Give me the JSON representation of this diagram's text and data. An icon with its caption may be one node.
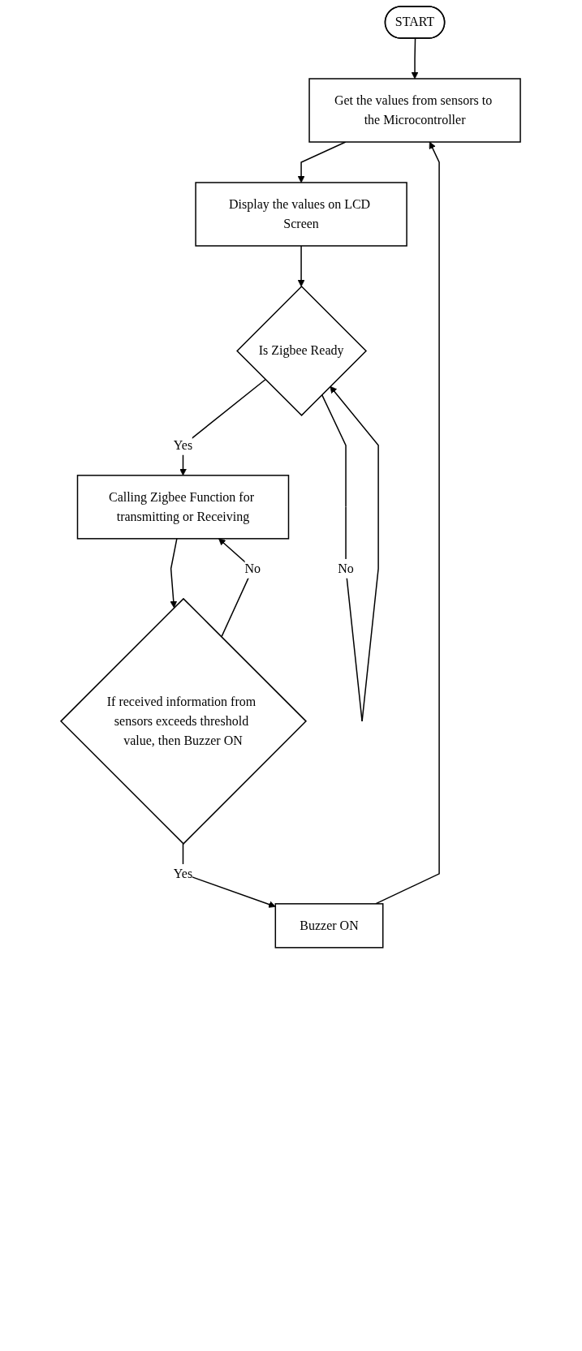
{
  "diagram": {
    "nodes": [
      {
        "text": [
          "START"
        ]
      },
      {
        "text": [
          "Get the values from sensors to the Microcontroller"
        ]
      },
      {
        "text": [
          "Display the values on LCD Screen"
        ]
      },
      {
        "text": [
          "Is Zigbee Ready"
        ]
      },
      {
        "text": [
          "Calling Zigbee Function for transmitting or Receiving"
        ]
      },
      {
        "text": [
          "If received information from sensors exceeds threshold value, then Buzzer ON"
        ]
      },
      {
        "text": [
          "Buzzer ON"
        ]
      }
    ],
    "edges": [
      {
        "from": 0,
        "to": 1,
        "arrow": "to"
      },
      {
        "from": 1,
        "to": 2,
        "arrow": "to"
      },
      {
        "from": 2,
        "to": 3,
        "arrow": "to"
      },
      {
        "from": 3,
        "to": 3,
        "label": "No",
        "arrow": "to"
      },
      {
        "from": 3,
        "to": 4,
        "label": "Yes",
        "arrow": "to"
      },
      {
        "from": 4,
        "to": 5,
        "arrow": "to"
      },
      {
        "from": 5,
        "to": 4,
        "label": "No",
        "arrow": "to"
      },
      {
        "from": 5,
        "to": 6,
        "label": "Yes",
        "arrow": "to"
      },
      {
        "from": 6,
        "to": 1,
        "arrow": "to"
      }
    ]
  }
}
